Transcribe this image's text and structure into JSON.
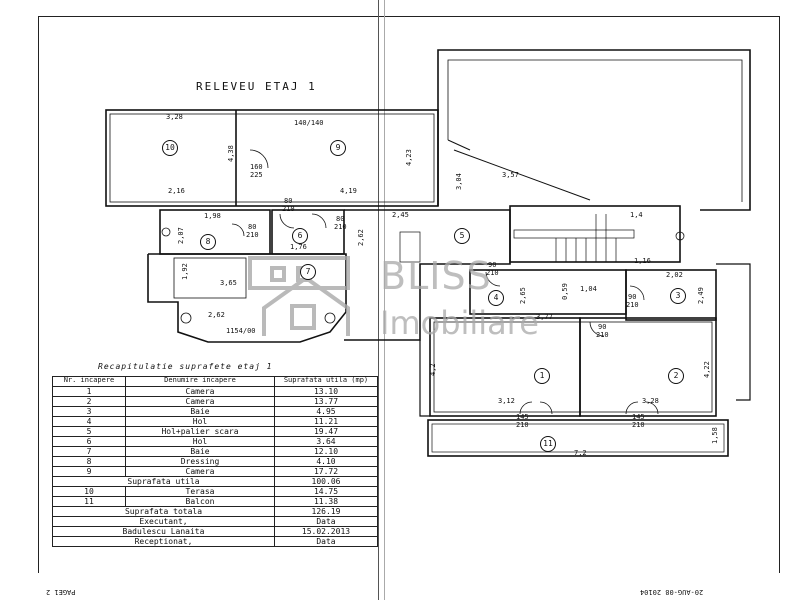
{
  "title": "RELEVEU ETAJ 1",
  "watermark": {
    "brand": "BLISS",
    "sub": "Imobiliare"
  },
  "recap": {
    "title": "Recapitulatie suprafete etaj 1",
    "headers": {
      "nr": "Nr. incapere",
      "name": "Denumire incapere",
      "area": "Suprafata utila (mp)"
    },
    "rows": [
      {
        "nr": "1",
        "name": "Camera",
        "area": "13.10"
      },
      {
        "nr": "2",
        "name": "Camera",
        "area": "13.77"
      },
      {
        "nr": "3",
        "name": "Baie",
        "area": "4.95"
      },
      {
        "nr": "4",
        "name": "Hol",
        "area": "11.21"
      },
      {
        "nr": "5",
        "name": "Hol+palier scara",
        "area": "19.47"
      },
      {
        "nr": "6",
        "name": "Hol",
        "area": "3.64"
      },
      {
        "nr": "7",
        "name": "Baie",
        "area": "12.10"
      },
      {
        "nr": "8",
        "name": "Dressing",
        "area": "4.10"
      },
      {
        "nr": "9",
        "name": "Camera",
        "area": "17.72"
      }
    ],
    "useful_label": "Suprafata utila",
    "useful_value": "100.06",
    "extra_rows": [
      {
        "nr": "10",
        "name": "Terasa",
        "area": "14.75"
      },
      {
        "nr": "11",
        "name": "Balcon",
        "area": "11.38"
      }
    ],
    "total_label": "Suprafata totala",
    "total_value": "126.19",
    "sign_rows": [
      {
        "label": "Executant,",
        "value": "Data"
      },
      {
        "label": "Badulescu Lanaita",
        "value": "15.02.2013"
      },
      {
        "label": "Receptionat,",
        "value": "Data"
      }
    ]
  },
  "dims": {
    "d_328_top": "3,28",
    "d_140": "140/140",
    "d_438": "4,38",
    "d_423": "4,23",
    "d_160": "160",
    "d_225": "225",
    "d_216": "2,16",
    "d_419": "4,19",
    "d_80a": "80",
    "d_210a": "210",
    "d_198": "1,98",
    "d_80b": "80",
    "d_210b": "210",
    "d_80c": "80",
    "d_210c": "210",
    "d_245": "2,45",
    "d_207": "2,07",
    "d_176": "1,76",
    "d_262": "2,62",
    "d_192": "1,92",
    "d_365": "3,65",
    "d_262b": "2,62",
    "d_1154": "1154/00",
    "d_304": "3,04",
    "d_357": "3,57",
    "d_14": "1,4",
    "d_116": "1,16",
    "d_90a": "90",
    "d_210d": "210",
    "d_202": "2,02",
    "d_265": "2,65",
    "d_104": "1,04",
    "d_059": "0,59",
    "d_90b": "90",
    "d_210e": "210",
    "d_249": "2,49",
    "d_377": "3,77",
    "d_90c": "90",
    "d_210f": "210",
    "d_42": "4,2",
    "d_422": "4,22",
    "d_312": "3,12",
    "d_328": "3,28",
    "d_145a": "145",
    "d_210g": "210",
    "d_145b": "145",
    "d_210h": "210",
    "d_158": "1,58",
    "d_72": "7,2"
  },
  "rooms": [
    "10",
    "9",
    "8",
    "6",
    "7",
    "5",
    "4",
    "3",
    "1",
    "2",
    "11"
  ],
  "footer": {
    "left": "PAGE1 2",
    "right": "20-AUG-08 20104"
  }
}
